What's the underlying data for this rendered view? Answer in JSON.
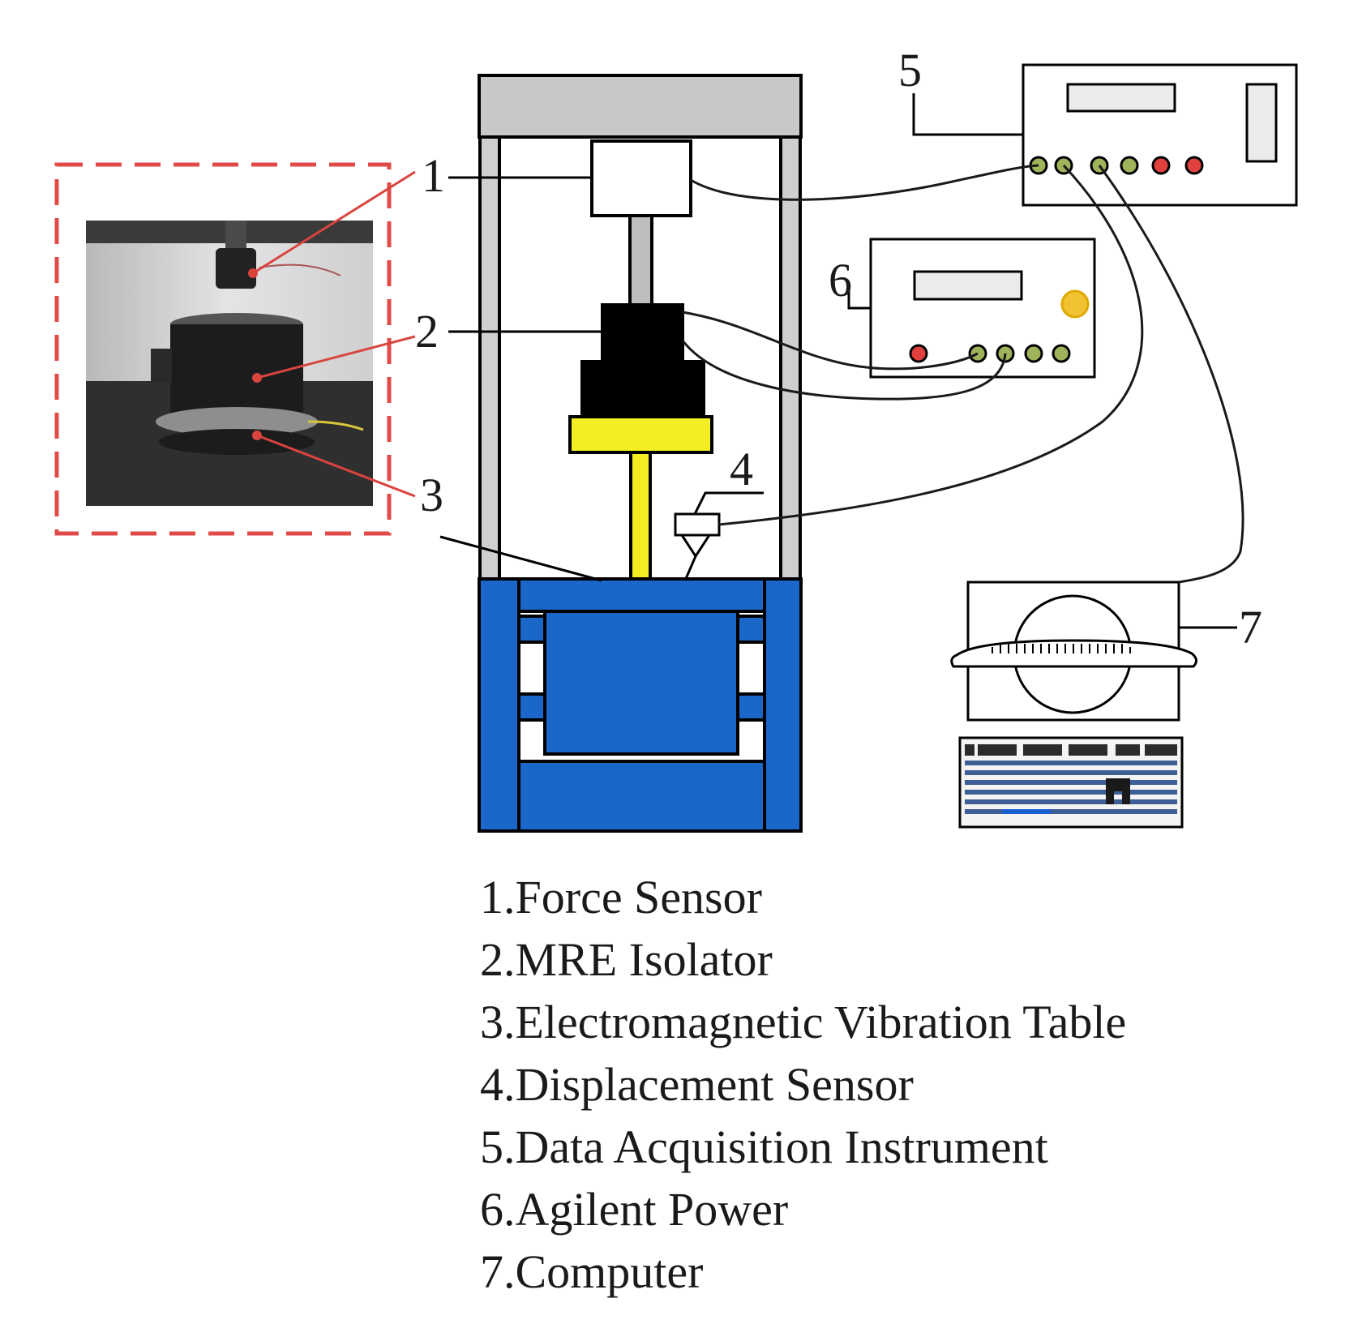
{
  "callouts": [
    "1",
    "2",
    "3",
    "4",
    "5",
    "6",
    "7"
  ],
  "legend": [
    "1.Force Sensor",
    "2.MRE Isolator",
    "3.Electromagnetic Vibration Table",
    "4.Displacement Sensor",
    "5.Data Acquisition Instrument",
    "6.Agilent Power",
    "7.Computer"
  ],
  "colors": {
    "frame_blue": "#1a66c9",
    "top_beam_gray": "#c8c8c8",
    "column_gray": "#cfcfcf",
    "isolator_black": "#000000",
    "plate_yellow": "#f2ee22",
    "specimen_red": "#b32e22",
    "port_green": "#9fb35a",
    "port_red": "#e0413e",
    "knob_orange": "#f1c232",
    "photo_frame_red": "#e04b48"
  }
}
